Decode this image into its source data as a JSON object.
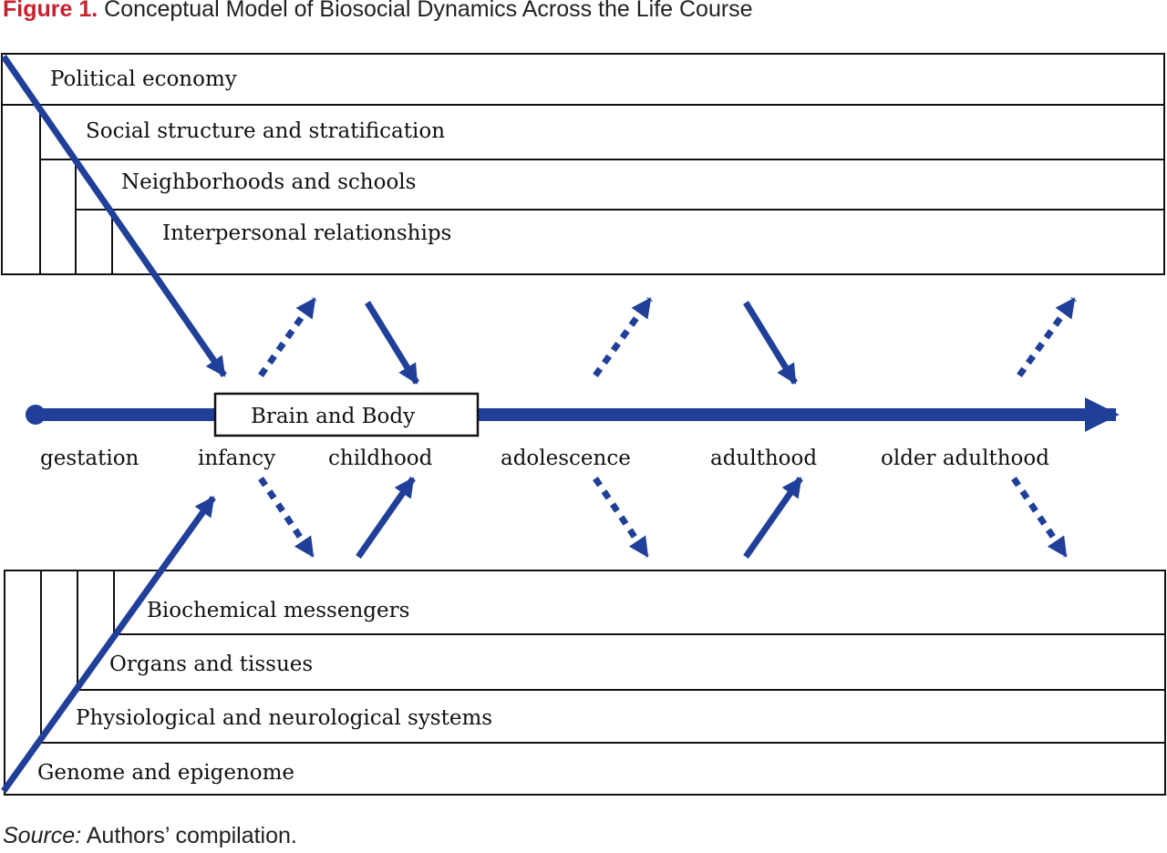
{
  "figure": {
    "label": "Figure 1.",
    "title": "Conceptual Model of Biosocial Dynamics Across the Life Course"
  },
  "social_levels": [
    "Political economy",
    "Social structure and stratification",
    "Neighborhoods and schools",
    "Interpersonal relationships"
  ],
  "biological_levels": [
    "Biochemical messengers",
    "Organs and tissues",
    "Physiological and neurological systems",
    "Genome and epigenome"
  ],
  "center_box": "Brain and Body",
  "life_stages": [
    "gestation",
    "infancy",
    "childhood",
    "adolescence",
    "adulthood",
    "older adulthood"
  ],
  "source": {
    "label": "Source:",
    "text": " Authors’ compilation."
  },
  "colors": {
    "arrow": "#1f3f99",
    "figure_label": "#c8202e",
    "line": "#111111"
  }
}
